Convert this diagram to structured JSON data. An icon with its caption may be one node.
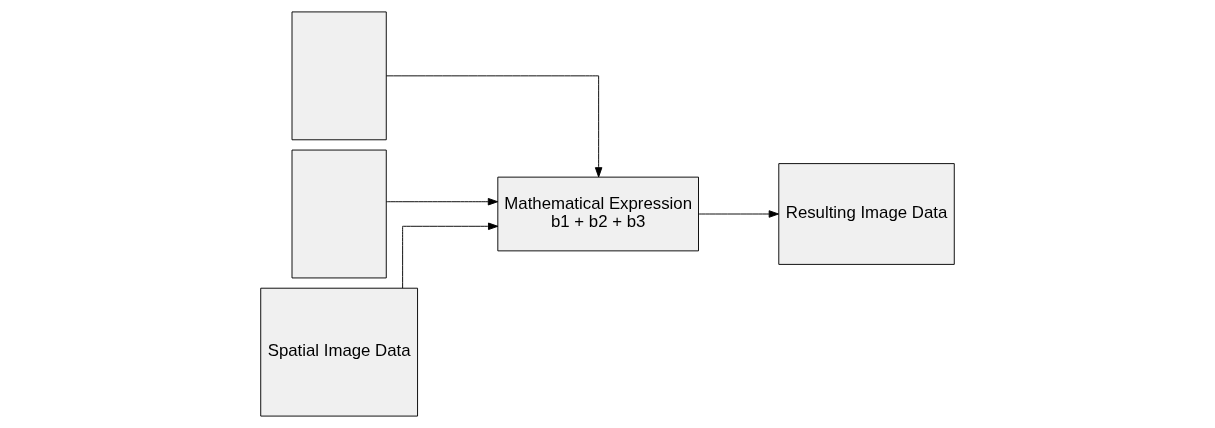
{
  "diagram": {
    "nodes": [
      {
        "text": [],
        "shape": "box"
      },
      {
        "text": [],
        "shape": "box"
      },
      {
        "text": [
          "Spatial Image Data"
        ]
      },
      {
        "text": [
          "Mathematical Expression",
          "b1 + b2 + b3"
        ]
      },
      {
        "text": [
          "Resulting Image Data"
        ]
      }
    ],
    "edges": [
      {
        "from": 2,
        "to": 3,
        "arrow": "to"
      },
      {
        "from": 1,
        "to": 3,
        "arrow": "to"
      },
      {
        "from": 0,
        "to": 3,
        "arrow": "to"
      },
      {
        "from": 3,
        "to": 4,
        "arrow": "to"
      }
    ]
  }
}
